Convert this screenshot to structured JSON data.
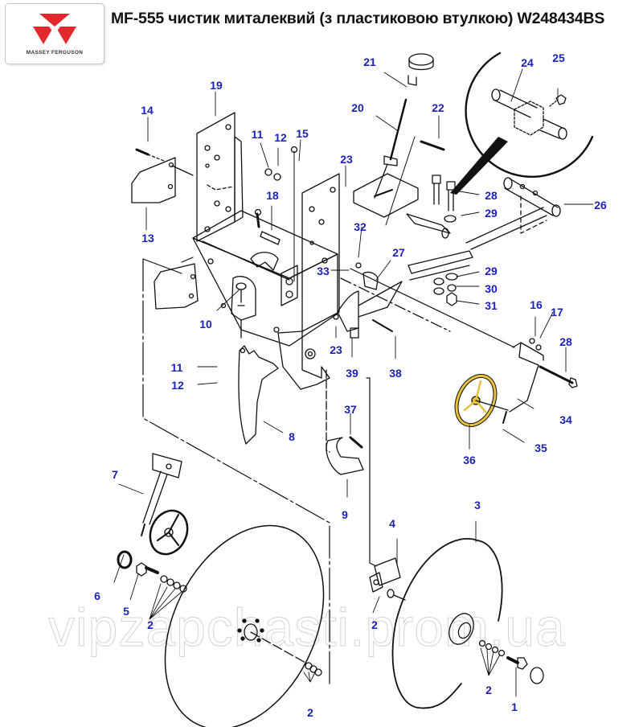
{
  "header": {
    "brand": "MASSEY FERGUSON",
    "title": "MF-555 чистик миталеквий (з пластиковою втулкою) W248434BS"
  },
  "colors": {
    "callout": "#1a23b5",
    "logo_red": "#e0282d",
    "wheel_highlight": "#e8c13a",
    "line": "#111111"
  },
  "callouts": [
    {
      "id": "1",
      "label": "1"
    },
    {
      "id": "2a",
      "label": "2"
    },
    {
      "id": "2b",
      "label": "2"
    },
    {
      "id": "2c",
      "label": "2"
    },
    {
      "id": "2d",
      "label": "2"
    },
    {
      "id": "3",
      "label": "3"
    },
    {
      "id": "4",
      "label": "4"
    },
    {
      "id": "5",
      "label": "5"
    },
    {
      "id": "6",
      "label": "6"
    },
    {
      "id": "7",
      "label": "7"
    },
    {
      "id": "8",
      "label": "8"
    },
    {
      "id": "9",
      "label": "9"
    },
    {
      "id": "10",
      "label": "10"
    },
    {
      "id": "11a",
      "label": "11"
    },
    {
      "id": "11b",
      "label": "11"
    },
    {
      "id": "12a",
      "label": "12"
    },
    {
      "id": "12b",
      "label": "12"
    },
    {
      "id": "13",
      "label": "13"
    },
    {
      "id": "14",
      "label": "14"
    },
    {
      "id": "15",
      "label": "15"
    },
    {
      "id": "16",
      "label": "16"
    },
    {
      "id": "17",
      "label": "17"
    },
    {
      "id": "18",
      "label": "18"
    },
    {
      "id": "19",
      "label": "19"
    },
    {
      "id": "20",
      "label": "20"
    },
    {
      "id": "21",
      "label": "21"
    },
    {
      "id": "22",
      "label": "22"
    },
    {
      "id": "23a",
      "label": "23"
    },
    {
      "id": "23b",
      "label": "23"
    },
    {
      "id": "24",
      "label": "24"
    },
    {
      "id": "25",
      "label": "25"
    },
    {
      "id": "26",
      "label": "26"
    },
    {
      "id": "27",
      "label": "27"
    },
    {
      "id": "28a",
      "label": "28"
    },
    {
      "id": "28b",
      "label": "28"
    },
    {
      "id": "29a",
      "label": "29"
    },
    {
      "id": "29b",
      "label": "29"
    },
    {
      "id": "30",
      "label": "30"
    },
    {
      "id": "31",
      "label": "31"
    },
    {
      "id": "32",
      "label": "32"
    },
    {
      "id": "33",
      "label": "33"
    },
    {
      "id": "34",
      "label": "34"
    },
    {
      "id": "35",
      "label": "35"
    },
    {
      "id": "36",
      "label": "36"
    },
    {
      "id": "37",
      "label": "37"
    },
    {
      "id": "38",
      "label": "38"
    },
    {
      "id": "39",
      "label": "39"
    }
  ],
  "watermark": "vipzapchasti.prom.ua"
}
